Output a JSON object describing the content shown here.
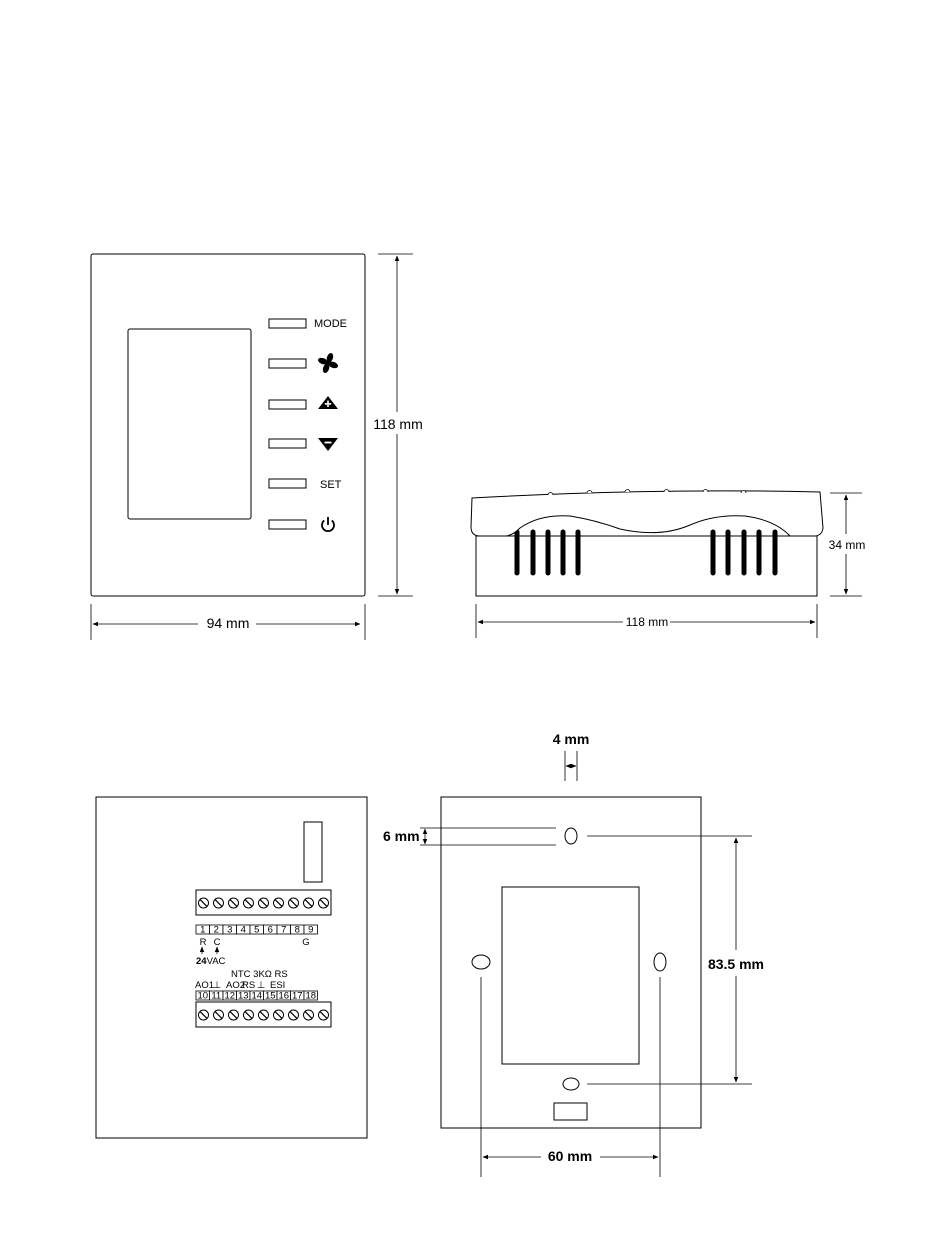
{
  "front_view": {
    "buttons": [
      {
        "label": "MODE",
        "icon": "mode-text"
      },
      {
        "label": "",
        "icon": "fan-icon"
      },
      {
        "label": "",
        "icon": "triangle-up-plus-icon"
      },
      {
        "label": "",
        "icon": "triangle-down-minus-icon"
      },
      {
        "label": "SET",
        "icon": "set-text"
      },
      {
        "label": "",
        "icon": "power-icon"
      }
    ],
    "height_label": "118 mm",
    "width_label": "94 mm"
  },
  "side_view": {
    "height_label": "34 mm",
    "width_label": "118 mm"
  },
  "back_view": {
    "top_terminal_numbers": [
      "1",
      "2",
      "3",
      "4",
      "5",
      "6",
      "7",
      "8",
      "9"
    ],
    "top_terminal_labels": {
      "r": "R",
      "c": "C",
      "g": "G"
    },
    "supply_label_bold": "24",
    "supply_label_rest": "VAC",
    "bottom_header_line1": "NTC 3KΩ RS",
    "bottom_header_line2": [
      "AO1",
      "⊥",
      "AO2",
      "RS",
      "⊥",
      "ESI"
    ],
    "bottom_terminal_numbers": [
      "10",
      "11",
      "12",
      "13",
      "14",
      "15",
      "16",
      "17",
      "18"
    ]
  },
  "mounting_plate": {
    "slot_width_label": "4 mm",
    "slot_height_label": "6 mm",
    "vertical_spacing_label": "83.5 mm",
    "horizontal_spacing_label": "60 mm"
  },
  "colors": {
    "stroke": "#000000",
    "fill": "#ffffff",
    "vent": "#000000"
  }
}
